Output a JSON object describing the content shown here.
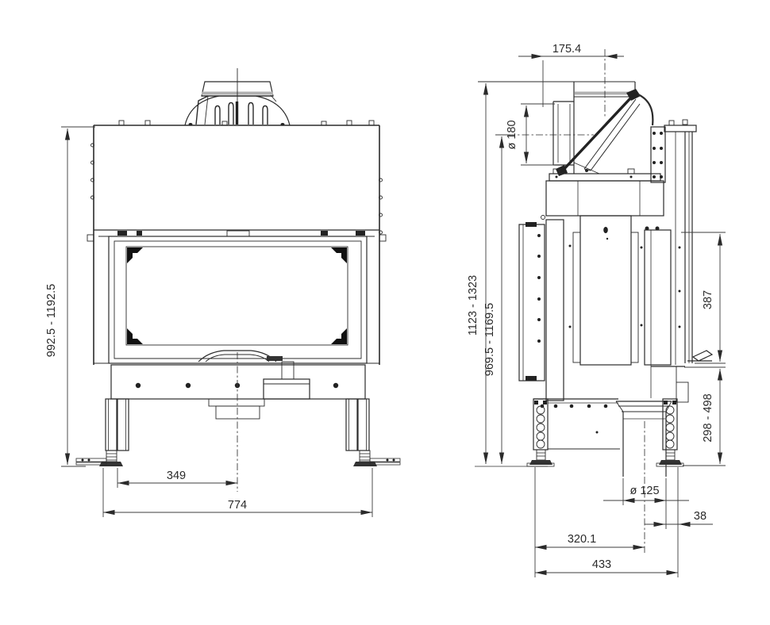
{
  "front_view": {
    "height_range": "992.5 - 1192.5",
    "flue_center_offset": "349",
    "width": "774"
  },
  "side_view": {
    "flue_rear_offset": "175.4",
    "flue_diameter": "ø 180",
    "total_height_range": "1123 - 1323",
    "rear_outlet_height_range": "969.5 - 1169.5",
    "glass_height": "387",
    "base_height_range": "298 - 498",
    "intake_diameter": "ø 125",
    "intake_front_offset": "38",
    "intake_center_offset": "320.1",
    "depth": "433"
  }
}
